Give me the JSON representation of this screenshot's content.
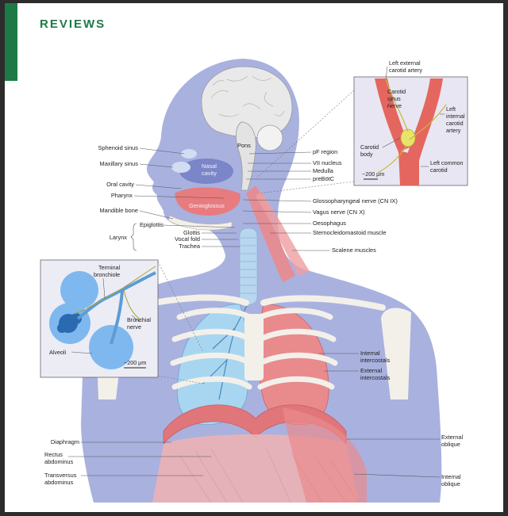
{
  "header": {
    "section": "REVIEWS"
  },
  "colors": {
    "accent": "#1e7a45",
    "body": "#a9b1df",
    "muscle": "#e98a8c",
    "lung": "#a8d6f0",
    "bone": "#f3f0ea",
    "nerve": "#c6b83a"
  },
  "labels": {
    "sphenoid_sinus": "Sphenoid sinus",
    "maxillary_sinus": "Maxillary sinus",
    "oral_cavity": "Oral cavity",
    "pharynx": "Pharynx",
    "mandible_bone": "Mandible bone",
    "larynx": "Larynx",
    "epiglottis": "Epiglottis",
    "glottis": "Glottis",
    "vocal_fold": "Vocal fold",
    "trachea": "Trachea",
    "nasal_cavity_1": "Nasal",
    "nasal_cavity_2": "cavity",
    "genioglossus": "Genioglossus",
    "pons": "Pons",
    "pf_region": "pF region",
    "vii_nucleus": "VII nucleus",
    "medulla": "Medulla",
    "prebotc": "preBötC",
    "glossopharyngeal_nerve": "Glossopharyngeal nerve (CN IX)",
    "vagus_nerve": "Vagus nerve (CN X)",
    "oesophagus": "Oesophagus",
    "sternocleidomastoid": "Sternocleidomastoid muscle",
    "scalene": "Scalene muscles",
    "internal_intercostals_1": "Internal",
    "internal_intercostals_2": "intercostals",
    "external_intercostals_1": "External",
    "external_intercostals_2": "intercostals",
    "diaphragm": "Diaphragm",
    "rectus_abdominus_1": "Rectus",
    "rectus_abdominus_2": "abdominus",
    "transversus_abdominus_1": "Transversus",
    "transversus_abdominus_2": "abdominus",
    "external_oblique_1": "External",
    "external_oblique_2": "oblique",
    "internal_oblique_1": "Internal",
    "internal_oblique_2": "oblique"
  },
  "carotid_inset": {
    "left_external_carotid_1": "Left external",
    "left_external_carotid_2": "carotid artery",
    "carotid_sinus_nerve_1": "Carotid",
    "carotid_sinus_nerve_2": "sinus",
    "carotid_sinus_nerve_3": "nerve",
    "left_internal_carotid_1": "Left",
    "left_internal_carotid_2": "internal",
    "left_internal_carotid_3": "carotid",
    "left_internal_carotid_4": "artery",
    "carotid_body_1": "Carotid",
    "carotid_body_2": "body",
    "left_common_carotid_1": "Left common",
    "left_common_carotid_2": "carotid",
    "scale": "~200 μm"
  },
  "alveoli_inset": {
    "terminal_bronchiole_1": "Terminal",
    "terminal_bronchiole_2": "bronchiole",
    "bronchial_nerve_1": "Bronchial",
    "bronchial_nerve_2": "nerve",
    "alveoli": "Alveoli",
    "scale": "~200 μm"
  }
}
